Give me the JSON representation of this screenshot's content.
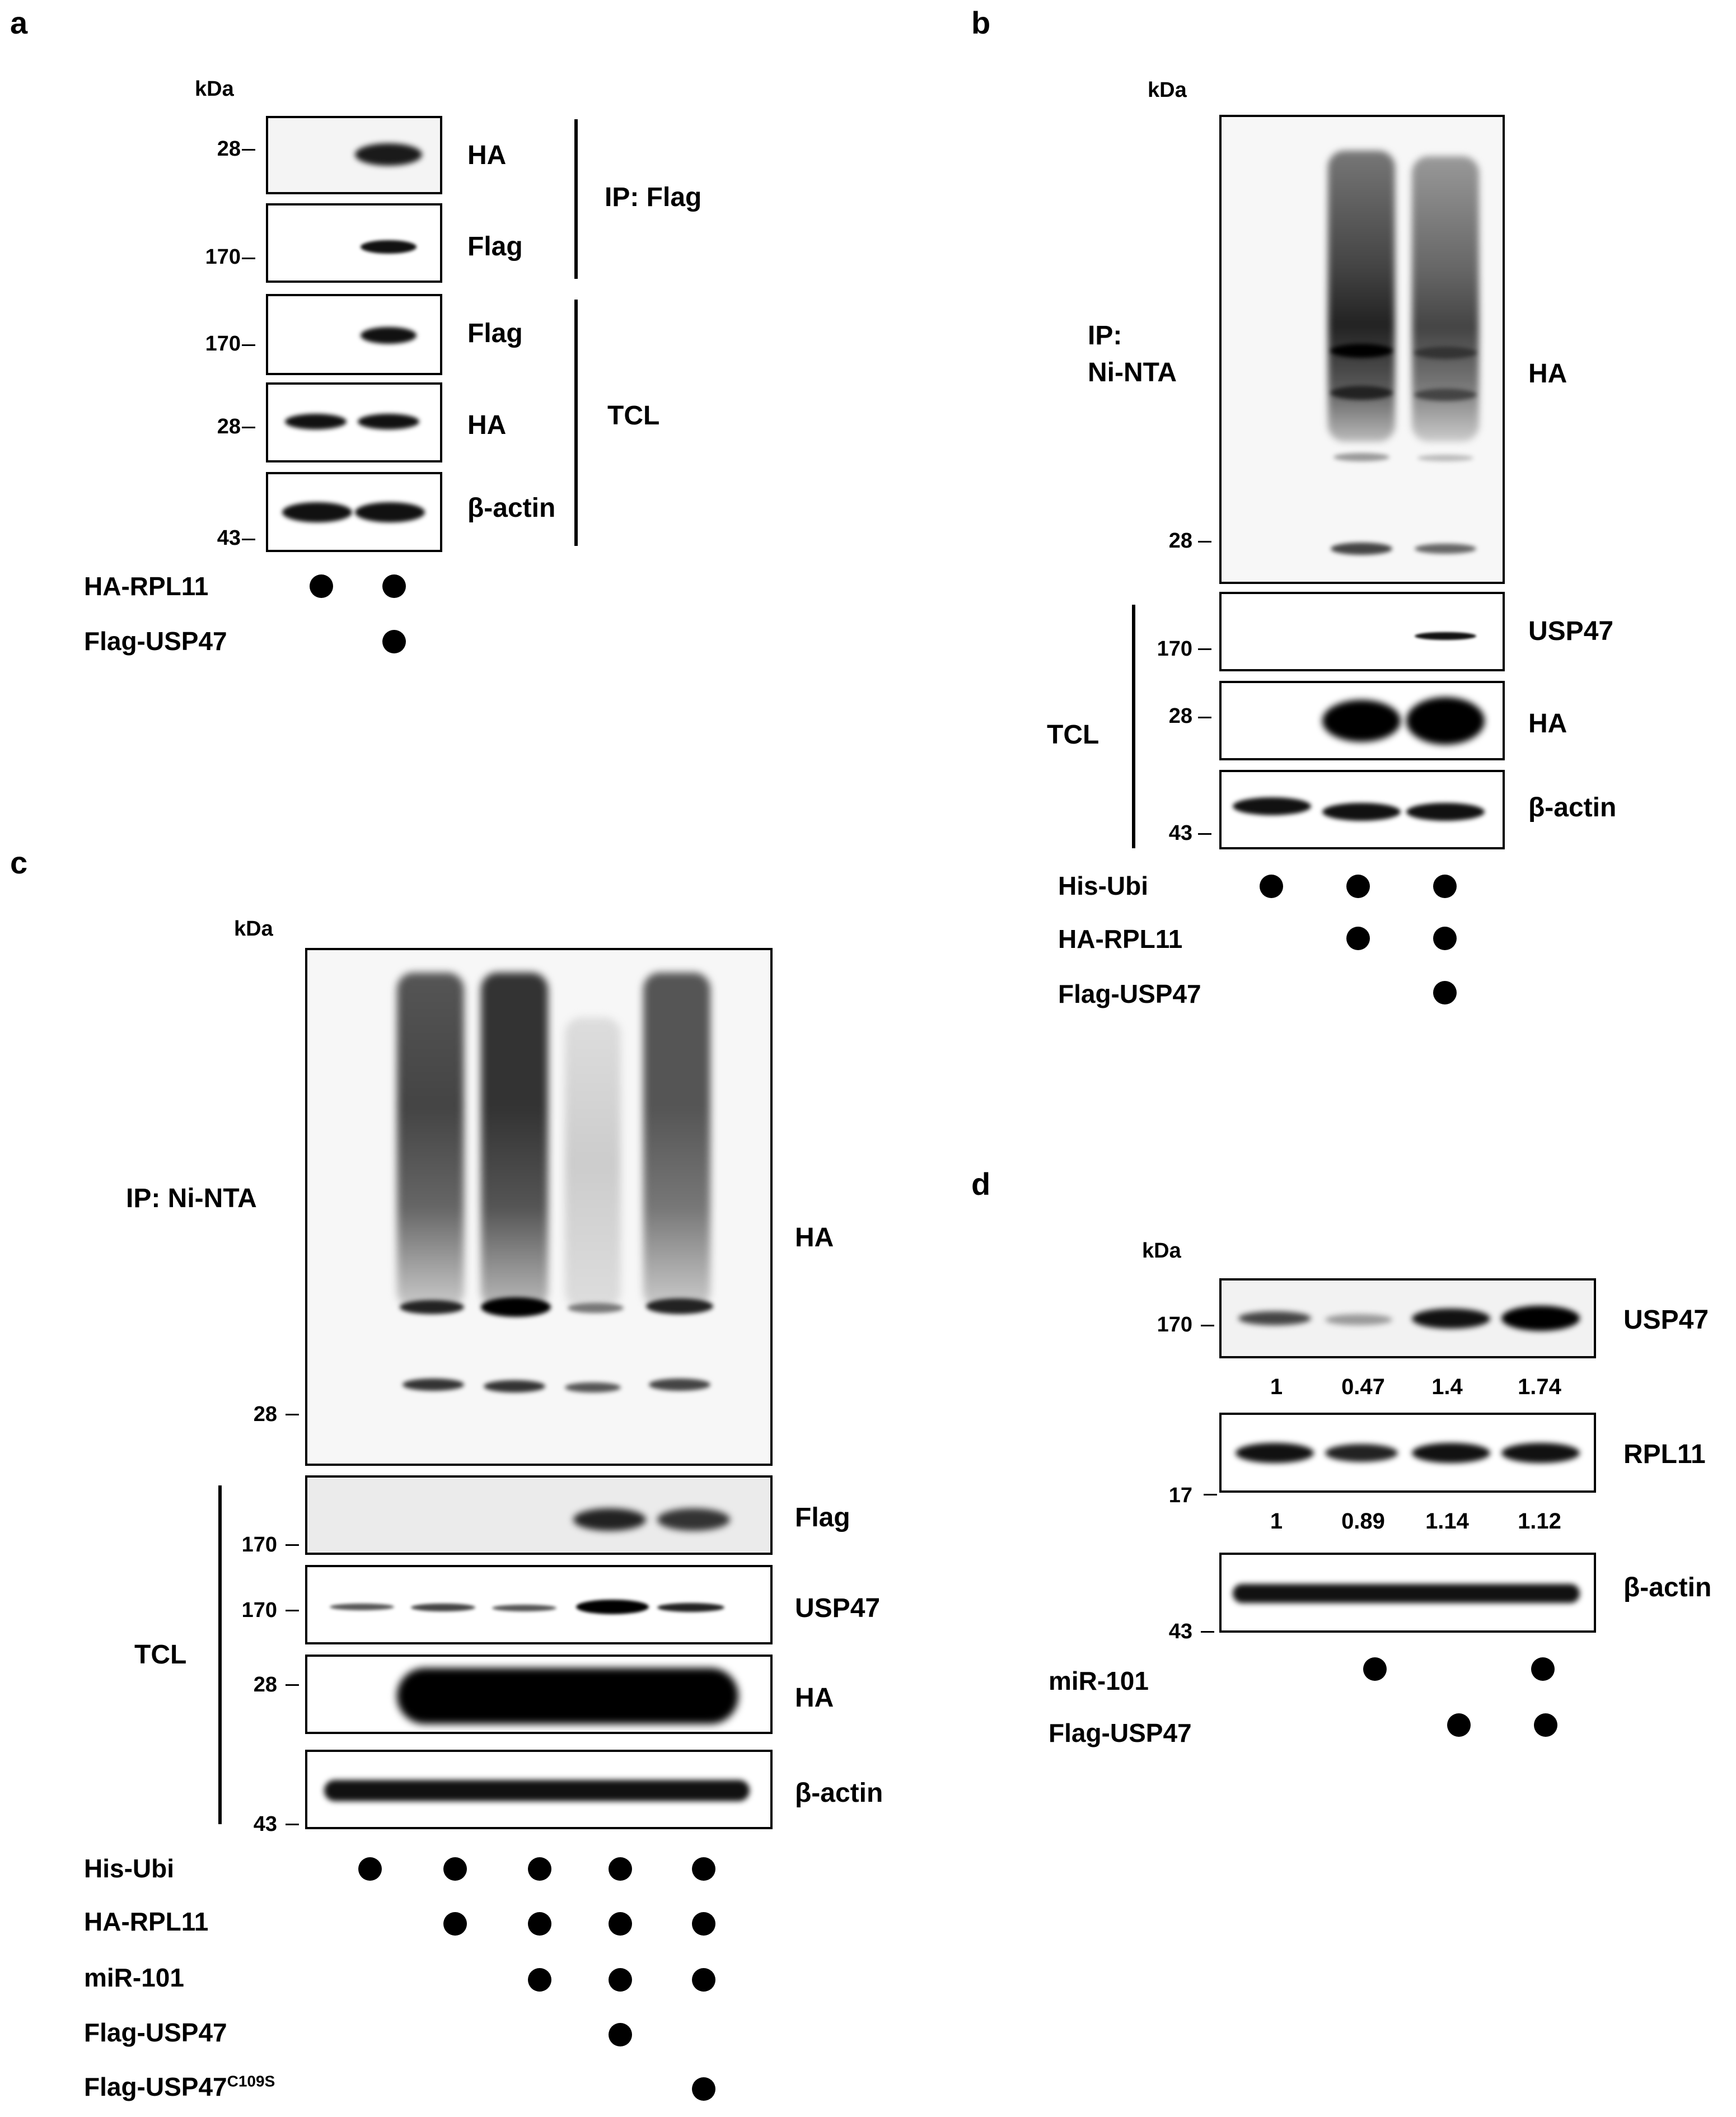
{
  "panels": {
    "a": {
      "letter": "a",
      "kda": "kDa",
      "mw": [
        "28",
        "170",
        "170",
        "28",
        "43"
      ],
      "blots": [
        "HA",
        "Flag",
        "Flag",
        "HA",
        "β-actin"
      ],
      "groups": [
        "IP: Flag",
        "TCL"
      ],
      "conditions": [
        "HA-RPL11",
        "Flag-USP47"
      ]
    },
    "b": {
      "letter": "b",
      "kda": "kDa",
      "ip_label_1": "IP:",
      "ip_label_2": "Ni-NTA",
      "mw": [
        "28",
        "170",
        "28",
        "43"
      ],
      "blots": [
        "HA",
        "USP47",
        "HA",
        "β-actin"
      ],
      "tcl": "TCL",
      "conditions": [
        "His-Ubi",
        "HA-RPL11",
        "Flag-USP47"
      ]
    },
    "c": {
      "letter": "c",
      "kda": "kDa",
      "ip_label": "IP: Ni-NTA",
      "mw": [
        "28",
        "170",
        "170",
        "28",
        "43"
      ],
      "blots": [
        "HA",
        "Flag",
        "USP47",
        "HA",
        "β-actin"
      ],
      "tcl": "TCL",
      "conditions": [
        "His-Ubi",
        "HA-RPL11",
        "miR-101",
        "Flag-USP47",
        "Flag-USP47"
      ],
      "mutant_sup": "C109S"
    },
    "d": {
      "letter": "d",
      "kda": "kDa",
      "mw": [
        "170",
        "17",
        "43"
      ],
      "blots": [
        "USP47",
        "RPL11",
        "β-actin"
      ],
      "usp47_densitometry": [
        "1",
        "0.47",
        "1.4",
        "1.74"
      ],
      "rpl11_densitometry": [
        "1",
        "0.89",
        "1.14",
        "1.12"
      ],
      "conditions": [
        "miR-101",
        "Flag-USP47"
      ]
    }
  }
}
